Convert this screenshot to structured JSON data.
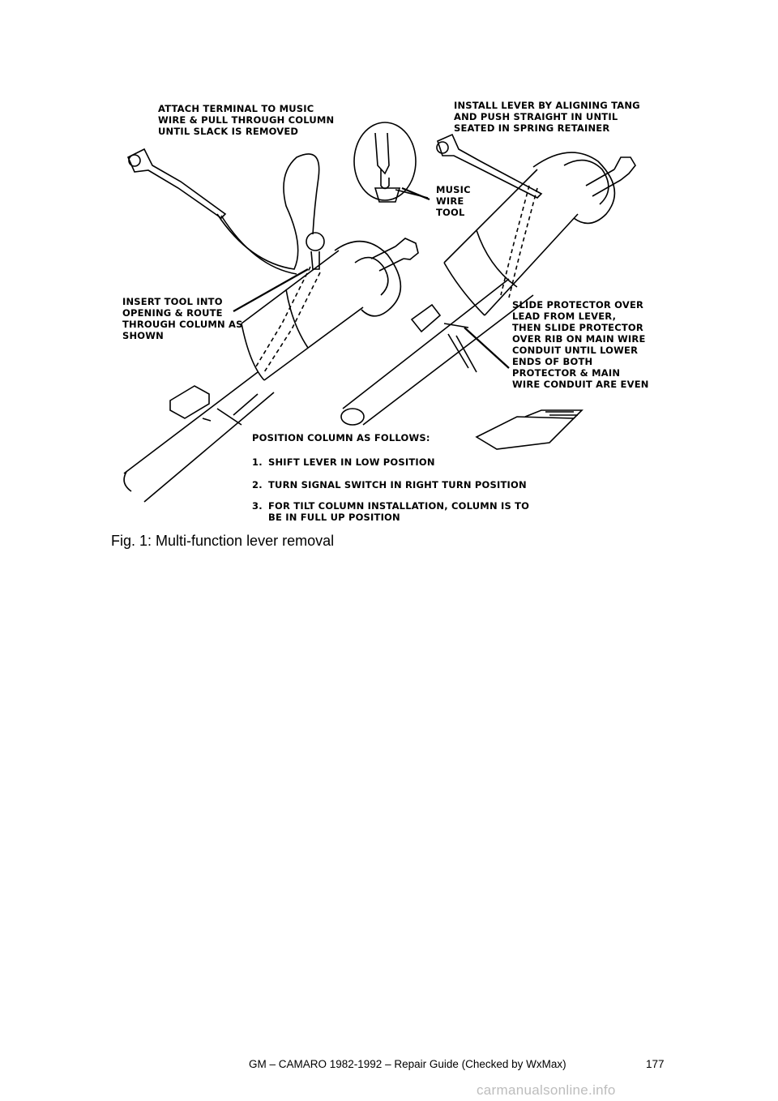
{
  "figure": {
    "labels": {
      "attach": [
        "ATTACH TERMINAL TO MUSIC",
        "WIRE & PULL THROUGH COLUMN",
        "UNTIL SLACK IS REMOVED"
      ],
      "install": [
        "INSTALL LEVER BY ALIGNING TANG",
        "AND PUSH STRAIGHT IN UNTIL",
        "SEATED IN SPRING RETAINER"
      ],
      "music_wire": [
        "MUSIC",
        "WIRE",
        "TOOL"
      ],
      "insert": [
        "INSERT TOOL INTO",
        "OPENING & ROUTE",
        "THROUGH COLUMN AS",
        "SHOWN"
      ],
      "slide": [
        "SLIDE PROTECTOR OVER",
        "LEAD FROM LEVER,",
        "THEN SLIDE PROTECTOR",
        "OVER RIB ON MAIN WIRE",
        "CONDUIT UNTIL LOWER",
        "ENDS OF BOTH",
        "PROTECTOR & MAIN",
        "WIRE CONDUIT ARE EVEN"
      ],
      "position_heading": "POSITION COLUMN AS FOLLOWS:",
      "steps": [
        {
          "num": "1.",
          "text": "SHIFT LEVER IN LOW POSITION"
        },
        {
          "num": "2.",
          "text": "TURN SIGNAL SWITCH IN RIGHT TURN POSITION"
        },
        {
          "num": "3.",
          "text": "FOR TILT COLUMN INSTALLATION, COLUMN IS TO",
          "text2": "BE IN FULL UP POSITION"
        }
      ]
    },
    "line_color": "#000000"
  },
  "caption": "Fig. 1: Multi-function lever removal",
  "footer": {
    "title": "GM – CAMARO 1982-1992 – Repair Guide (Checked by WxMax)",
    "page": "177"
  },
  "watermark": "carmanualsonline.info"
}
